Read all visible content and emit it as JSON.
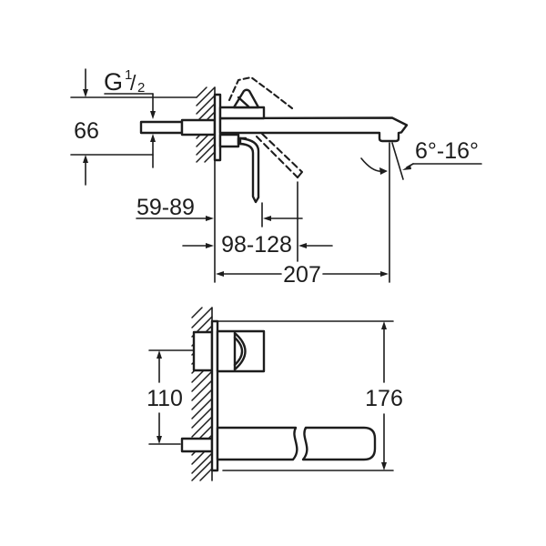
{
  "colors": {
    "line": "#1d1d1d",
    "background": "#ffffff"
  },
  "top_view": {
    "thread_label": {
      "prefix": "G",
      "numerator": "1",
      "slash": "/",
      "denominator": "2"
    },
    "dimensions": {
      "plate_height": "66",
      "handle_closed_depth": "59-89",
      "handle_open_depth": "98-128",
      "spout_reach": "207",
      "stream_angle": "6°-16°"
    }
  },
  "front_view": {
    "dimensions": {
      "handle_to_spout": "110",
      "overall_height": "176"
    }
  }
}
